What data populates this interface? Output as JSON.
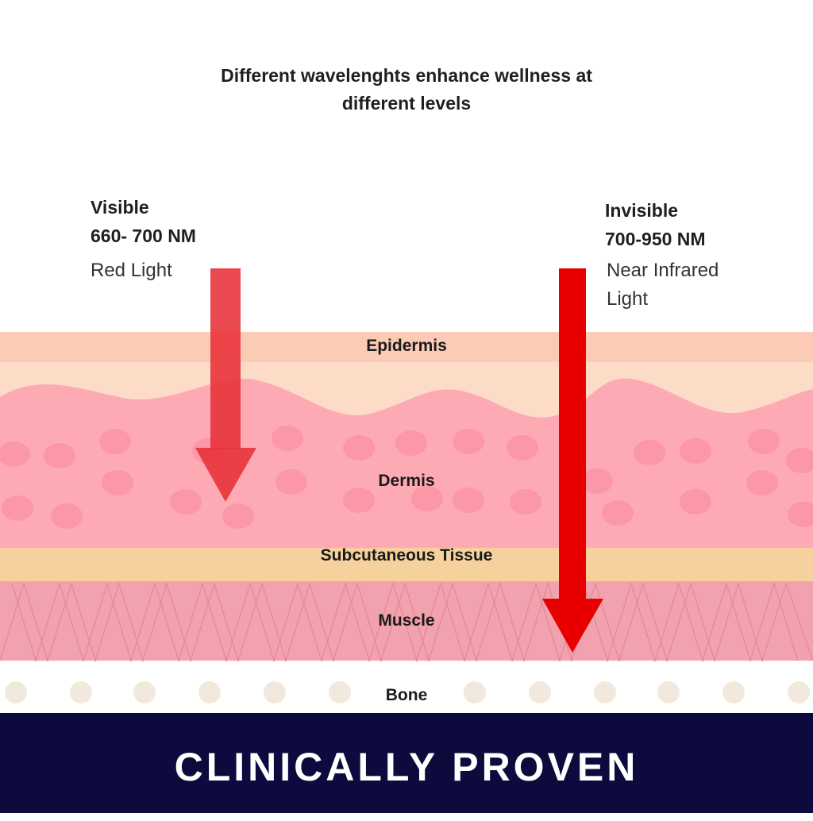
{
  "title": "Different wavelenghts enhance wellness at different levels",
  "left": {
    "heading": "Visible",
    "range": "660- 700 NM",
    "name": "Red Light"
  },
  "right": {
    "heading": "Invisible",
    "range": "700-950 NM",
    "name_line1": "Near Infrared",
    "name_line2": "Light"
  },
  "layers": {
    "epidermis": "Epidermis",
    "dermis": "Dermis",
    "subcutaneous": "Subcutaneous Tissue",
    "muscle": "Muscle",
    "bone": "Bone"
  },
  "banner": "CLINICALLY PROVEN",
  "colors": {
    "epidermis": "#fbcfb9",
    "dermis": "#fdaab4",
    "subcutaneous": "#f6d19d",
    "muscle": "#f2a2ae",
    "red_arrow": "#e83038",
    "nir_arrow": "#e80000",
    "banner": "#0d0a3e"
  }
}
